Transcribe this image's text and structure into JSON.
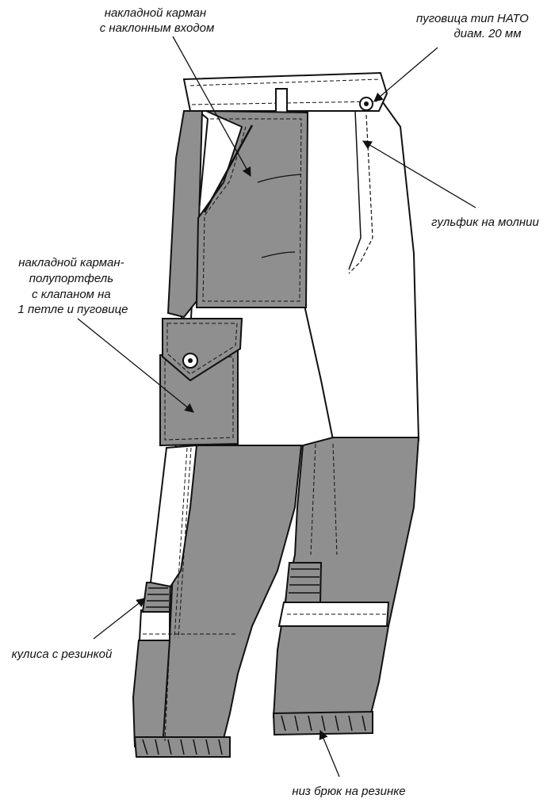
{
  "callouts": {
    "patch_pocket": [
      "накладной карман",
      "с наклонным входом"
    ],
    "nato_button": [
      "пуговица тип НАТО",
      "диам. 20 мм"
    ],
    "fly_zipper": [
      "гульфик на молнии"
    ],
    "cargo_pocket": [
      "накладной карман-",
      "полупортфель",
      "с клапаном на",
      "1 петле и пуговице"
    ],
    "drawstring_elastic": [
      "кулиса с резинкой"
    ],
    "hem_elastic": [
      "низ брюк на резинке"
    ]
  },
  "colors": {
    "panel_gray": "#8f8f8f",
    "fabric_white": "#ffffff",
    "outline": "#111111"
  }
}
